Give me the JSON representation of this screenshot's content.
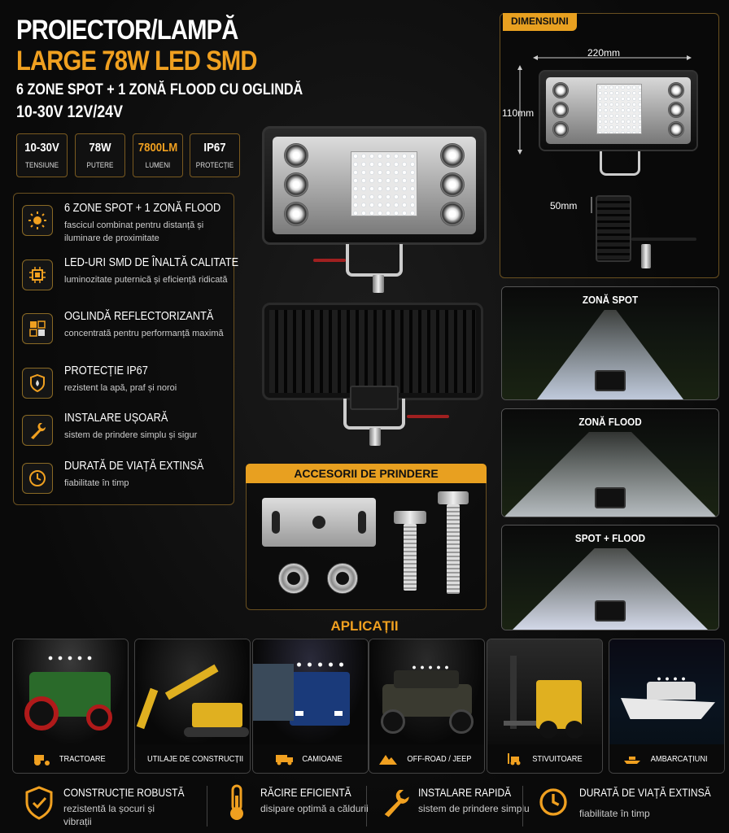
{
  "header": {
    "title_line1": "PROIECTOR/LAMPĂ",
    "title_line2": "LARGE 78W LED SMD",
    "subtitle_line1": "6 ZONE SPOT + 1 ZONĂ FLOOD CU OGLINDĂ",
    "subtitle_line2": "10-30V 12V/24V"
  },
  "specs": [
    {
      "value": "10-30V",
      "label": "TENSIUNE"
    },
    {
      "value": "78W",
      "label": "PUTERE"
    },
    {
      "value": "7800LM",
      "label": "LUMENI"
    },
    {
      "value": "IP67",
      "label": "PROTECȚIE"
    }
  ],
  "features": [
    {
      "icon": "sun-icon",
      "title": "6 ZONE SPOT + 1 ZONĂ FLOOD",
      "desc": "fascicul combinat pentru distanță și iluminare de proximitate"
    },
    {
      "icon": "chip-icon",
      "title": "LED-URI SMD DE ÎNALTĂ CALITATE",
      "desc": "luminozitate puternică și eficiență ridicată"
    },
    {
      "icon": "reflector-icon",
      "title": "OGLINDĂ REFLECTORIZANTĂ",
      "desc": "concentrată pentru performanță maximă"
    },
    {
      "icon": "shield-icon",
      "title": "PROTECȚIE IP67",
      "desc": "rezistent la apă, praf și noroi"
    },
    {
      "icon": "wrench-icon",
      "title": "INSTALARE UȘOARĂ",
      "desc": "sistem de prindere simplu și sigur"
    },
    {
      "icon": "clock-icon",
      "title": "DURATĂ DE VIAȚĂ EXTINSĂ",
      "desc": "fiabilitate în timp"
    }
  ],
  "dimensions": {
    "tab": "DIMENSIUNI",
    "width": "220mm",
    "height": "110mm",
    "depth": "50mm"
  },
  "beams": [
    {
      "label": "ZONĂ SPOT"
    },
    {
      "label": "ZONĂ FLOOD"
    },
    {
      "label": "SPOT + FLOOD"
    }
  ],
  "accessories": {
    "title": "ACCESORII DE PRINDERE"
  },
  "applications": {
    "title": "APLICAȚII",
    "items": [
      {
        "icon": "tractor-icon",
        "label": "TRACTOARE"
      },
      {
        "icon": "excavator-icon",
        "label": "UTILAJE DE CONSTRUCȚII"
      },
      {
        "icon": "truck-icon",
        "label": "CAMIOANE"
      },
      {
        "icon": "mountain-icon",
        "label": "OFF-ROAD / JEEP"
      },
      {
        "icon": "forklift-icon",
        "label": "STIVUITOARE"
      },
      {
        "icon": "boat-icon",
        "label": "AMBARCAȚIUNI"
      }
    ]
  },
  "bottom": [
    {
      "icon": "shield-icon",
      "title": "CONSTRUCȚIE ROBUSTĂ",
      "desc": "rezistentă la șocuri și vibrații"
    },
    {
      "icon": "thermometer-icon",
      "title": "RĂCIRE EFICIENTĂ",
      "desc": "disipare optimă a căldurii"
    },
    {
      "icon": "wrench-icon",
      "title": "INSTALARE RAPIDĂ",
      "desc": "sistem de prindere simplu"
    },
    {
      "icon": "clock-icon",
      "title": "DURATĂ DE VIAȚĂ EXTINSĂ",
      "desc": "fiabilitate în timp"
    }
  ],
  "colors": {
    "accent": "#f0a020",
    "background": "#0a0a0a"
  }
}
